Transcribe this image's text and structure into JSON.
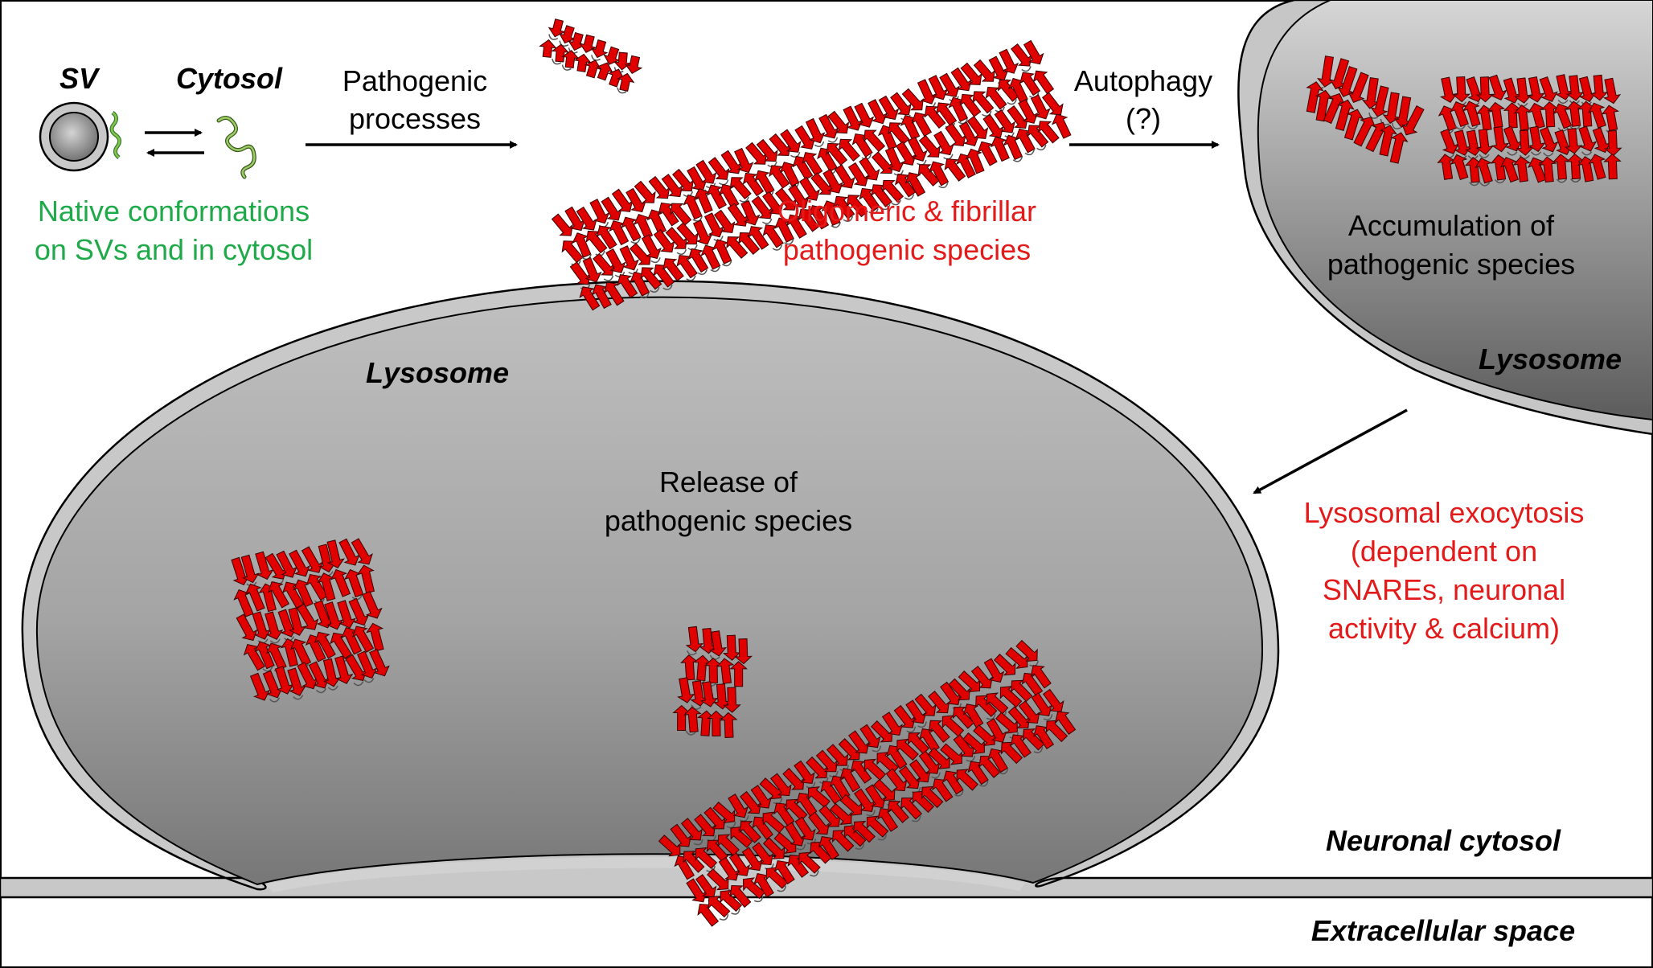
{
  "labels": {
    "sv": "SV",
    "cytosol": "Cytosol",
    "pathogenic_processes_1": "Pathogenic",
    "pathogenic_processes_2": "processes",
    "native_1": "Native conformations",
    "native_2": "on SVs and in cytosol",
    "oligomeric_1": "Oligomeric & fibrillar",
    "oligomeric_2": "pathogenic species",
    "autophagy_1": "Autophagy",
    "autophagy_2": "(?)",
    "accumulation_1": "Accumulation of",
    "accumulation_2": "pathogenic species",
    "lysosome_top": "Lysosome",
    "lysosome_main": "Lysosome",
    "release_1": "Release of",
    "release_2": "pathogenic species",
    "exocytosis_1": "Lysosomal exocytosis",
    "exocytosis_2": "(dependent on",
    "exocytosis_3": "SNAREs, neuronal",
    "exocytosis_4": "activity & calcium)",
    "neuronal_cytosol": "Neuronal cytosol",
    "extracellular_space": "Extracellular space"
  },
  "colors": {
    "fibril_red": "#e00000",
    "native_green": "#1faa4a",
    "label_red": "#e31a1a",
    "text_black": "#000000",
    "membrane_gray": "#c8c8c8",
    "lumen_light": "#bdbdbd",
    "lumen_dark": "#6e6e6e"
  },
  "icons": {
    "arrow": "arrow-icon",
    "equilibrium": "equilibrium-arrows-icon",
    "vesicle": "synaptic-vesicle-icon",
    "monomer": "alpha-synuclein-monomer-icon",
    "fibril": "beta-sheet-fibril-icon"
  }
}
